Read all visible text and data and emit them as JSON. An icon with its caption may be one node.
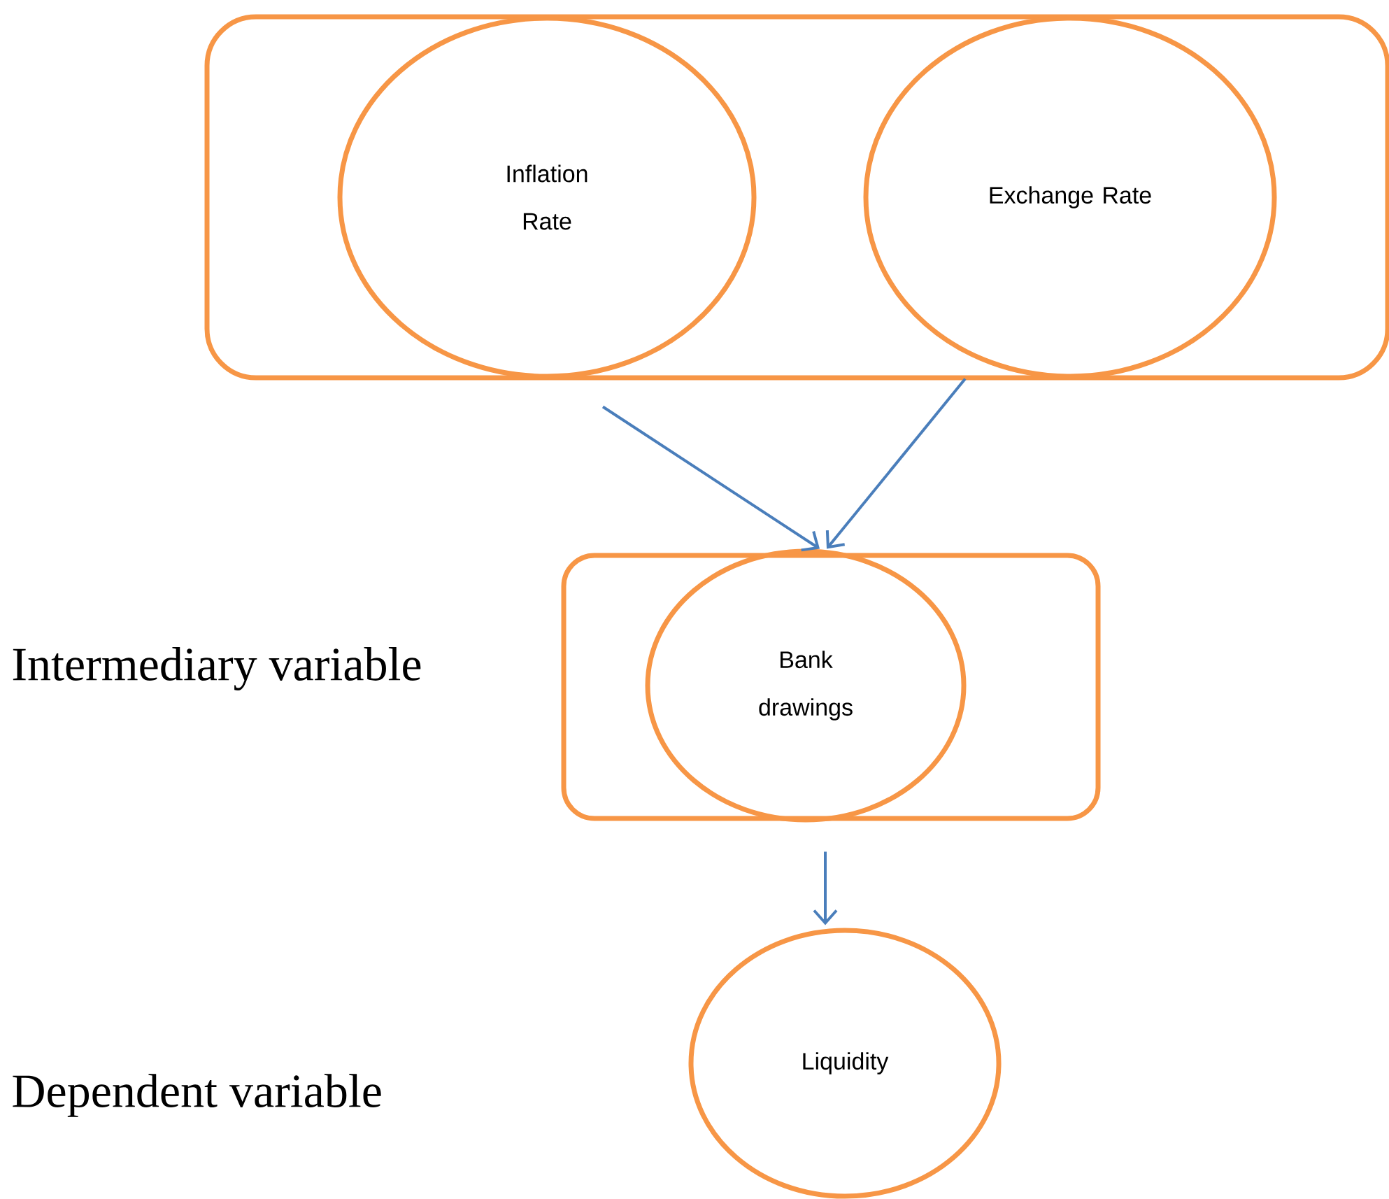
{
  "diagram": {
    "nodes": [
      {
        "text": [],
        "shape": "box"
      },
      {
        "text": [
          "Inflation Rate"
        ],
        "in": 0
      },
      {
        "text": [
          "Exchange Rate"
        ],
        "in": 0
      },
      {
        "text": [],
        "shape": "box"
      },
      {
        "text": [
          "Bank drawings"
        ],
        "in": 3
      },
      {
        "text": [
          "Liquidity"
        ]
      }
    ],
    "edges": [
      {
        "from": 1,
        "to": 3,
        "arrow": "to"
      },
      {
        "from": 2,
        "to": 3,
        "arrow": "to"
      },
      {
        "from": 3,
        "to": 5,
        "arrow": "to"
      }
    ],
    "labels": [
      "Intermediary variable",
      "Dependent variable"
    ]
  }
}
